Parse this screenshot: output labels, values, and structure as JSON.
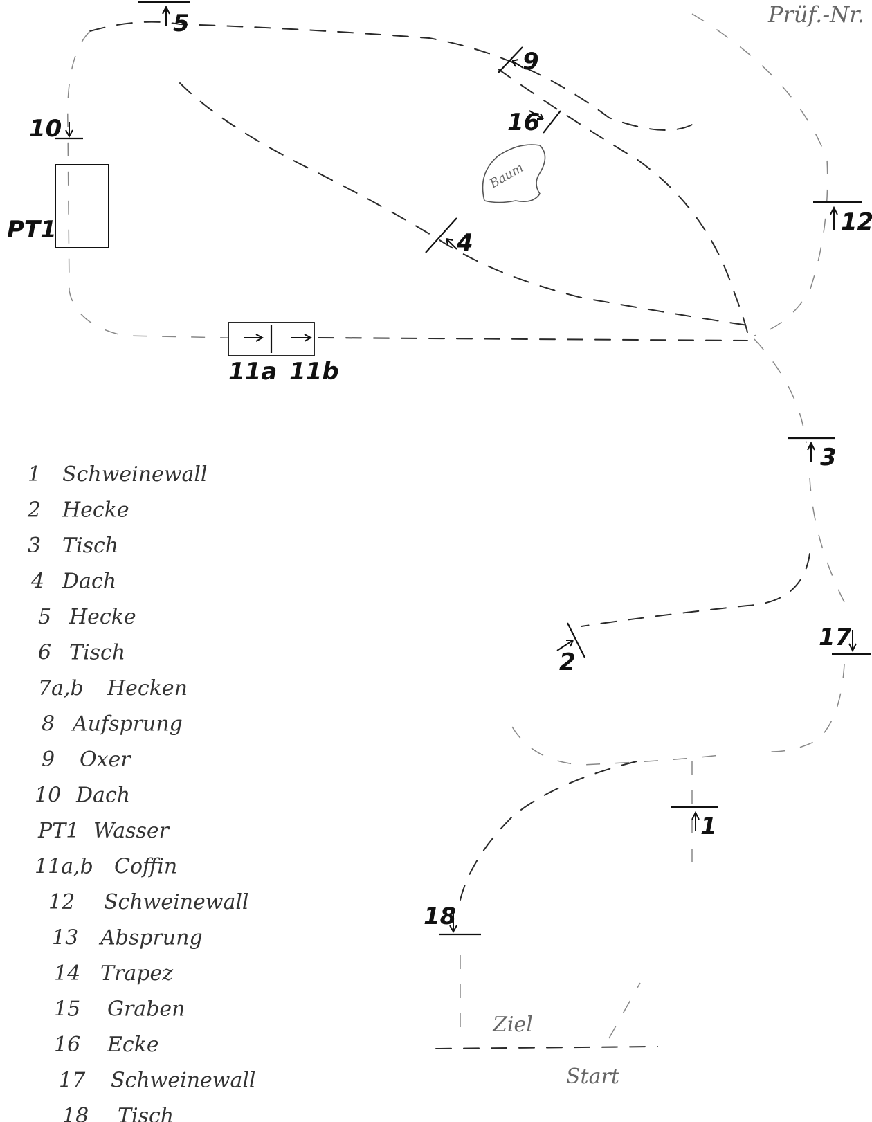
{
  "header": {
    "corner_text": "Prüf.-Nr."
  },
  "obstacles": [
    {
      "id": "1",
      "label": "1"
    },
    {
      "id": "2",
      "label": "2"
    },
    {
      "id": "3",
      "label": "3"
    },
    {
      "id": "4",
      "label": "4"
    },
    {
      "id": "5",
      "label": "5"
    },
    {
      "id": "9",
      "label": "9"
    },
    {
      "id": "10",
      "label": "10"
    },
    {
      "id": "11a",
      "label": "11a"
    },
    {
      "id": "11b",
      "label": "11b"
    },
    {
      "id": "12",
      "label": "12"
    },
    {
      "id": "16",
      "label": "16"
    },
    {
      "id": "17",
      "label": "17"
    },
    {
      "id": "18",
      "label": "18"
    },
    {
      "id": "PT1",
      "label": "PT1"
    }
  ],
  "map_labels": {
    "tree": "Baum",
    "finish": "Ziel",
    "start": "Start"
  },
  "legend": [
    {
      "no": "1",
      "name": "Schweinewall"
    },
    {
      "no": "2",
      "name": "Hecke"
    },
    {
      "no": "3",
      "name": "Tisch"
    },
    {
      "no": "4",
      "name": "Dach"
    },
    {
      "no": "5",
      "name": "Hecke"
    },
    {
      "no": "6",
      "name": "Tisch"
    },
    {
      "no": "7a,b",
      "name": "Hecken"
    },
    {
      "no": "8",
      "name": "Aufsprung"
    },
    {
      "no": "9",
      "name": "Oxer"
    },
    {
      "no": "10",
      "name": "Dach"
    },
    {
      "no": "PT1",
      "name": "Wasser"
    },
    {
      "no": "11a,b",
      "name": "Coffin"
    },
    {
      "no": "12",
      "name": "Schweinewall"
    },
    {
      "no": "13",
      "name": "Absprung"
    },
    {
      "no": "14",
      "name": "Trapez"
    },
    {
      "no": "15",
      "name": "Graben"
    },
    {
      "no": "16",
      "name": "Ecke"
    },
    {
      "no": "17",
      "name": "Schweinewall"
    },
    {
      "no": "18",
      "name": "Tisch"
    }
  ]
}
